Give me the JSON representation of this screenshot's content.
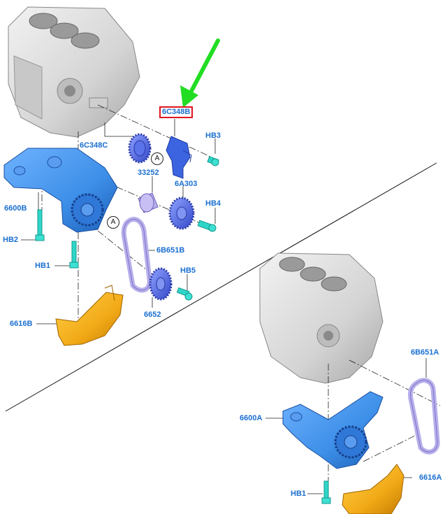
{
  "labels": {
    "l6c348b": "6C348B",
    "l6c348c": "6C348C",
    "hb3": "HB3",
    "l33252": "33252",
    "l6a303": "6A303",
    "hb4": "HB4",
    "l6600b": "6600B",
    "hb2": "HB2",
    "hb1_top": "HB1",
    "l6b651b": "6B651B",
    "hb5": "HB5",
    "l6652": "6652",
    "l6616b": "6616B",
    "l6b651a": "6B651A",
    "l6600a": "6600A",
    "l6616a": "6616A",
    "hb1_bottom": "HB1"
  },
  "callouts": {
    "a1": "A",
    "a2": "A"
  },
  "colors": {
    "highlight_border": "#e0141e",
    "label_text": "#1a6fd0",
    "arrow": "#22dd22",
    "engine_block": "#d9d9d9",
    "pump_blue": "#3d8fe8",
    "gear_blue": "#4a6ae6",
    "shield_orange": "#e8a010",
    "belt_lavender": "#b8b0ec",
    "bolt_cyan": "#2fd6c8"
  }
}
